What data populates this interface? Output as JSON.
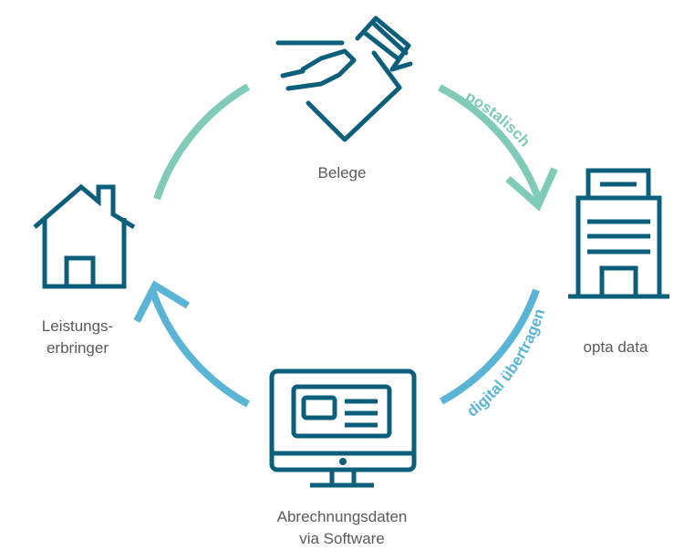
{
  "diagram": {
    "nodes": {
      "belege": {
        "label": "Belege",
        "icon": "hand-inserting-receipts-icon"
      },
      "leistungserbringer": {
        "label_line1": "Leistungs-",
        "label_line2": "erbringer",
        "icon": "house-icon"
      },
      "opta": {
        "label": "opta data",
        "icon": "office-building-icon"
      },
      "abrechnung": {
        "label_line1": "Abrechnungsdaten",
        "label_line2": "via Software",
        "icon": "computer-monitor-icon"
      }
    },
    "edges": {
      "postal": {
        "label": "postalisch"
      },
      "digital": {
        "label": "digital übertragen"
      }
    },
    "colors": {
      "icon_stroke": "#0b5f7a",
      "arc_mint": "#7fcab8",
      "arc_blue": "#5ab4d6",
      "label_text": "#5a5a5a"
    }
  }
}
